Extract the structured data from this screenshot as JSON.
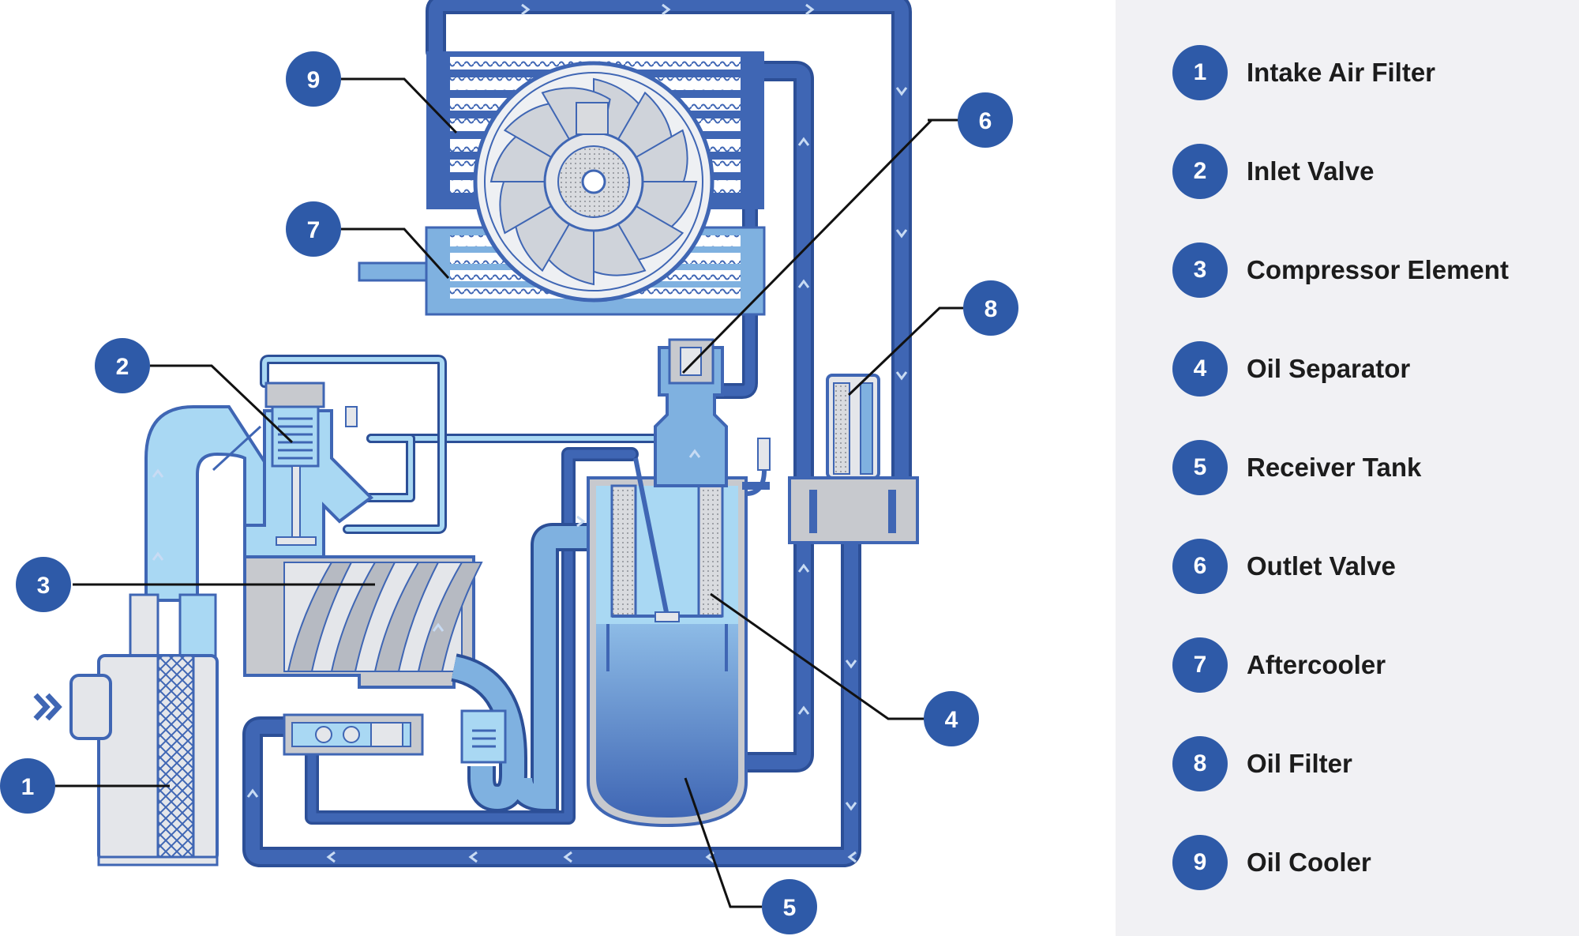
{
  "colors": {
    "oil_line": "#3f66b4",
    "oil_line_dark": "#2c4f97",
    "air_light": "#a9d8f3",
    "air_medium": "#7fb1e0",
    "casing_gray": "#c7c9ce",
    "badge": "#2e5aa8",
    "legend_bg": "#f1f1f4"
  },
  "legend": [
    {
      "number": "1",
      "label": "Intake Air Filter"
    },
    {
      "number": "2",
      "label": "Inlet Valve"
    },
    {
      "number": "3",
      "label": "Compressor Element"
    },
    {
      "number": "4",
      "label": "Oil Separator"
    },
    {
      "number": "5",
      "label": "Receiver Tank"
    },
    {
      "number": "6",
      "label": "Outlet Valve"
    },
    {
      "number": "7",
      "label": "Aftercooler"
    },
    {
      "number": "8",
      "label": "Oil Filter"
    },
    {
      "number": "9",
      "label": "Oil Cooler"
    }
  ],
  "callouts": [
    "1",
    "2",
    "3",
    "4",
    "5",
    "6",
    "7",
    "8",
    "9"
  ]
}
